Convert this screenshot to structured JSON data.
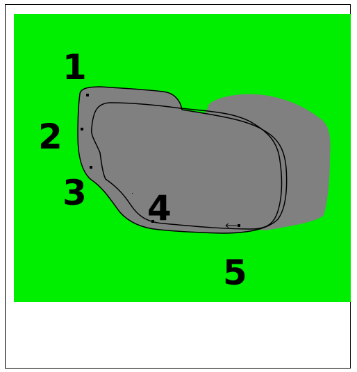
{
  "colors": {
    "background": "#00ee00",
    "blob": "#808080",
    "outline": "#000000",
    "marker": "#000000",
    "label": "#000000"
  },
  "labels": {
    "one": "1",
    "two": "2",
    "three": "3",
    "four": "4",
    "five": "5"
  }
}
